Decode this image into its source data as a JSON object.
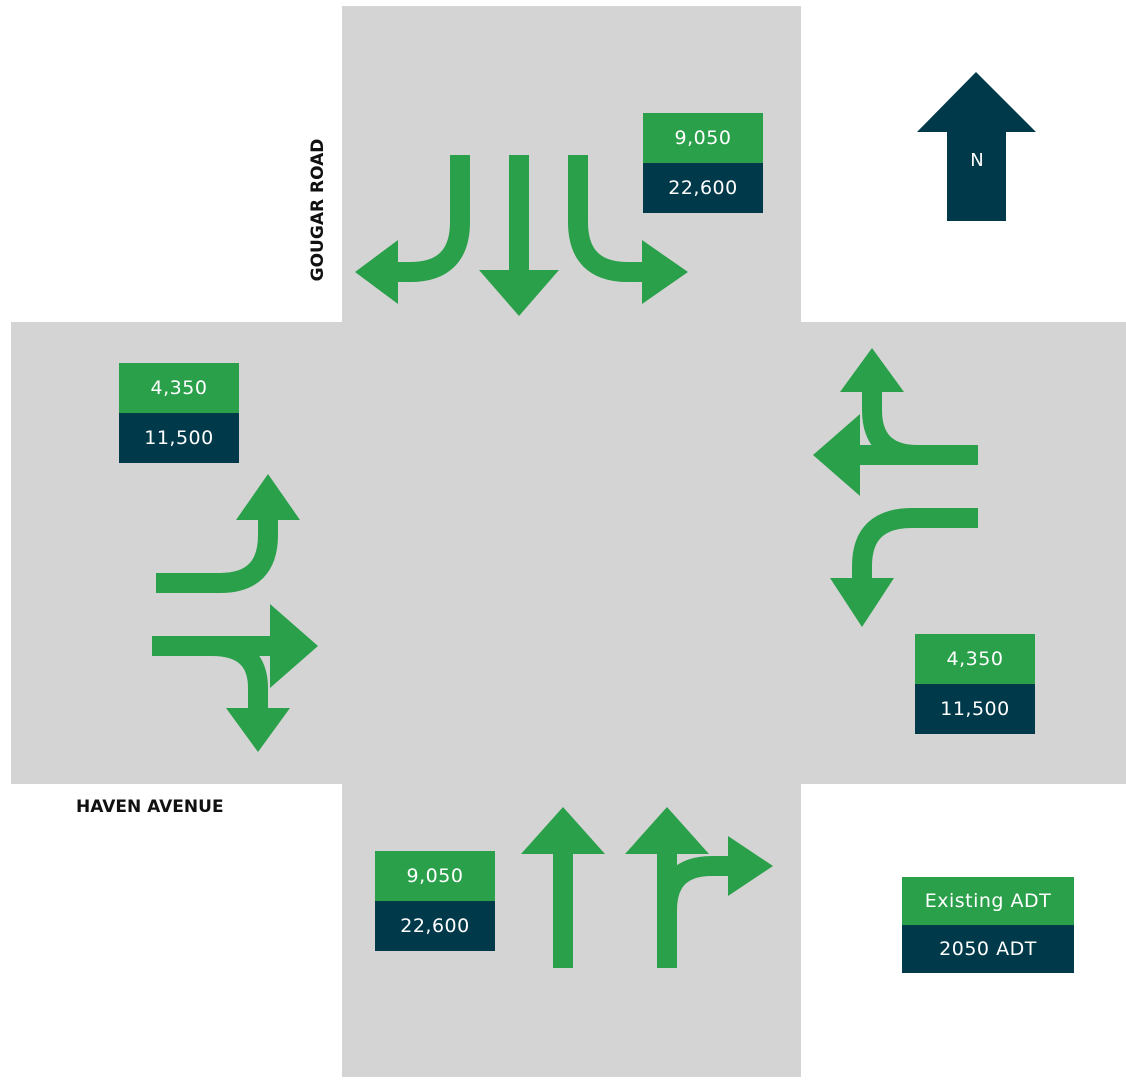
{
  "streets": {
    "north_south": "GOUGAR ROAD",
    "east_west": "HAVEN AVENUE"
  },
  "north_label": "N",
  "approaches": {
    "north": {
      "existing": "9,050",
      "future": "22,600"
    },
    "west": {
      "existing": "4,350",
      "future": "11,500"
    },
    "east": {
      "existing": "4,350",
      "future": "11,500"
    },
    "south": {
      "existing": "9,050",
      "future": "22,600"
    }
  },
  "legend": {
    "existing_label": "Existing ADT",
    "future_label": "2050 ADT"
  },
  "colors": {
    "arrow_green": "#2aa04a",
    "label_green": "#2aa04a",
    "dark_teal": "#003a4a",
    "road_gray": "#d4d4d4"
  },
  "icons": {
    "north": "north-arrow-icon",
    "lanes": [
      "turn-left-arrow-icon",
      "straight-arrow-icon",
      "turn-right-arrow-icon",
      "straight-left-combo-arrow-icon",
      "straight-right-combo-arrow-icon"
    ]
  }
}
